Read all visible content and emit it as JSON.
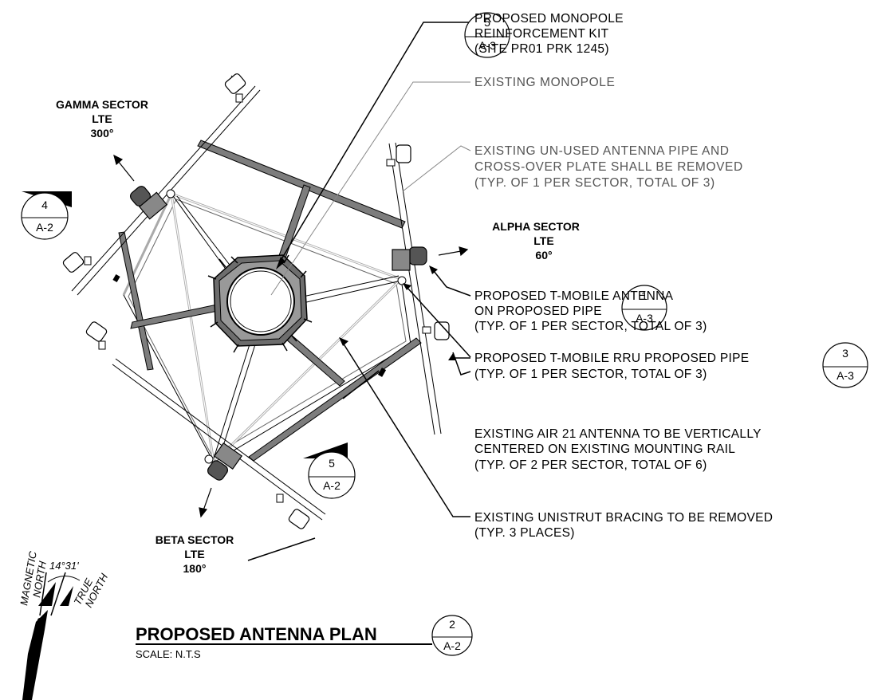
{
  "notes": {
    "reinforcement_kit": [
      "PROPOSED MONOPOLE",
      "REINFORCEMENT KIT",
      "(SITE PR01 PRK 1245)"
    ],
    "existing_monopole": "EXISTING MONOPOLE",
    "unused_pipe": [
      "EXISTING UN-USED ANTENNA PIPE AND",
      "CROSS-OVER PLATE SHALL BE REMOVED",
      "(TYP. OF 1 PER SECTOR, TOTAL OF 3)"
    ],
    "proposed_antenna": [
      "PROPOSED T-MOBILE ANTENNA",
      "ON PROPOSED PIPE",
      "(TYP. OF 1 PER SECTOR, TOTAL OF 3)"
    ],
    "proposed_rru": [
      "PROPOSED T-MOBILE RRU PROPOSED PIPE",
      "(TYP. OF 1 PER SECTOR, TOTAL OF 3)"
    ],
    "air21": [
      "EXISTING AIR 21 ANTENNA TO BE VERTICALLY",
      "CENTERED ON EXISTING MOUNTING RAIL",
      "(TYP. OF 2 PER SECTOR, TOTAL OF 6)"
    ],
    "unistrut": [
      "EXISTING UNISTRUT BRACING TO BE REMOVED",
      "(TYP. 3 PLACES)"
    ]
  },
  "sectors": {
    "gamma": [
      "GAMMA SECTOR",
      "LTE",
      "300°"
    ],
    "alpha": [
      "ALPHA SECTOR",
      "LTE",
      "60°"
    ],
    "beta": [
      "BETA SECTOR",
      "LTE",
      "180°"
    ]
  },
  "bubbles": {
    "reinforcement": {
      "num": "5",
      "sheet": "A-3"
    },
    "antenna": {
      "num": "1",
      "sheet": "A-3"
    },
    "rru": {
      "num": "3",
      "sheet": "A-3"
    },
    "section_4": {
      "num": "4",
      "sheet": "A-2"
    },
    "section_5": {
      "num": "5",
      "sheet": "A-2"
    },
    "title": {
      "num": "2",
      "sheet": "A-2"
    }
  },
  "title": {
    "text": "PROPOSED ANTENNA PLAN",
    "scale": "SCALE: N.T.S"
  },
  "compass": {
    "angle": "14°31'",
    "magnetic": [
      "MAGNETIC",
      "NORTH"
    ],
    "true": [
      "TRUE",
      "NORTH"
    ]
  }
}
